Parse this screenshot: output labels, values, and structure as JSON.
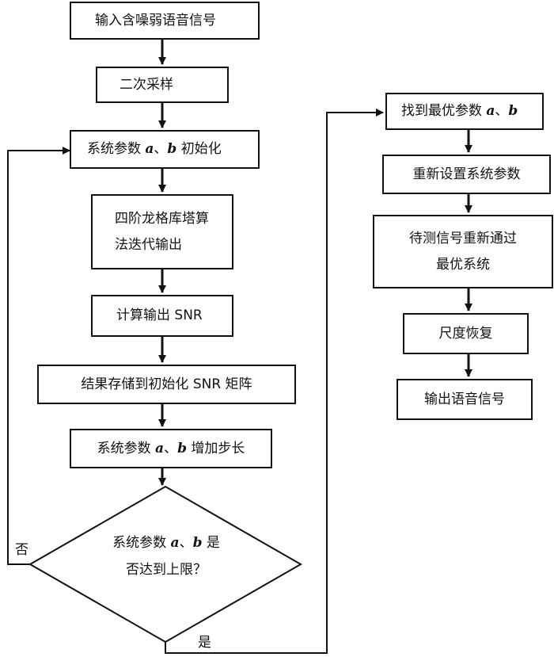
{
  "left_column": {
    "step1": "输入含噪弱语音信号",
    "step2": "二次采样",
    "step3": {
      "prefix": "系统参数 ",
      "var_a": "a",
      "sep": "、",
      "var_b": "b",
      "suffix": " 初始化"
    },
    "step4": {
      "line1": "四阶龙格库塔算",
      "line2": "法迭代输出"
    },
    "step5": "计算输出 SNR",
    "step6": "结果存储到初始化 SNR 矩阵",
    "step7": {
      "prefix": "系统参数  ",
      "var_a": "a",
      "sep": "、",
      "var_b": "b",
      "suffix": " 增加步长"
    }
  },
  "decision": {
    "line1": {
      "prefix": "系统参数 ",
      "var_a": "a",
      "sep": "、",
      "var_b": "b",
      "suffix": " 是"
    },
    "line2": "否达到上限？",
    "no_label": "否",
    "yes_label": "是"
  },
  "right_column": {
    "step1": {
      "prefix": "找到最优参数 ",
      "var_a": "a",
      "sep": "、",
      "var_b": "b"
    },
    "step2": "重新设置系统参数",
    "step3": {
      "line1": "待测信号重新通过",
      "line2": "最优系统"
    },
    "step4": "尺度恢复",
    "step5": "输出语音信号"
  }
}
